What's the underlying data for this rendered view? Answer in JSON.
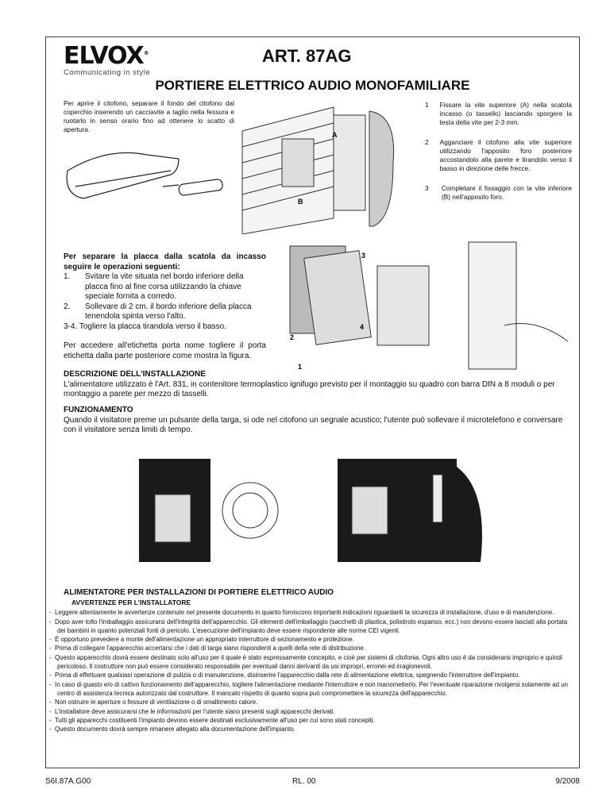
{
  "header": {
    "logo": "ELVOX",
    "logo_reg": "®",
    "tagline": "Communicating in style",
    "article": "ART. 87AG",
    "title": "PORTIERE ELETTRICO AUDIO MONOFAMILIARE"
  },
  "intro": "Per aprire il citofono, separare il fondo del citofono dal coperchio inserendo un cacciavite a taglio nella fessura e ruotarlo in senso orario fino ad ottenere lo scatto di apertura.",
  "steps": [
    {
      "n": "1",
      "text": "Fissare la vite superiore (A) nella scatola incasso (o tassello) lasciando sporgere la testa della vite per 2-3 mm."
    },
    {
      "n": "2",
      "text": "Agganciare il citofono alla vite superiore utilizzando l'apposito foro posteriore accostandolo alla parete e tirandolo verso il basso in direzione delle frecce."
    },
    {
      "n": "3",
      "text": "Completare il fissaggio con la vite inferiore (B) nell'apposito foro."
    }
  ],
  "figure1_labels": {
    "a": "A",
    "b": "B"
  },
  "figure2_labels": {
    "one": "1",
    "two": "2",
    "three": "3",
    "four": "4"
  },
  "separate": {
    "heading": "Per separare la placca dalla scatola da incasso seguire le operazioni seguenti:",
    "items": [
      {
        "n": "1.",
        "text": "Svitare la vite situata nel bordo inferiore della placca fino al fine corsa utilizzando la chiave speciale fornita a corredo."
      },
      {
        "n": "2.",
        "text": "Sollevare di 2 cm. il bordo inferiore della placca tenendola spinta verso l'alto."
      },
      {
        "n": "3-4.",
        "text": "Togliere la placca tirandola verso il basso."
      }
    ],
    "label_note": "Per accedere all'etichetta porta nome togliere il porta etichetta dalla parte posteriore come mostra la figura."
  },
  "descrizione": {
    "heading": "DESCRIZIONE DELL'INSTALLAZIONE",
    "text": "L'alimentatore utilizzato è l'Art. 831, in contenitore termoplastico ignifugo previsto per il montaggio su quadro con barra DIN a 8 moduli o per montaggio a parete per mezzo di tasselli."
  },
  "funzionamento": {
    "heading": "FUNZIONAMENTO",
    "text": "Quando il visitatore preme un pulsante della targa, si ode nel citofono un segnale acustico; l'utente può sollevare il microtelefono e conversare con il visitatore senza limiti di tempo."
  },
  "alimentatore": {
    "heading": "ALIMENTATORE PER INSTALLAZIONI DI PORTIERE ELETTRICO AUDIO",
    "subheading": "AVVERTENZE PER L'INSTALLATORE",
    "warnings": [
      "Leggere attentamente le avvertenze contenute nel presente documento in quanto forniscono importanti indicazioni riguardanti la sicurezza di installazione, d'uso e di manutenzione.",
      "Dopo aver tolto l'imballaggio assicurarsi dell'integrità dell'apparecchio. Gli elementi dell'imballaggio (sacchetti di plastica, polistirolo espanso, ecc.) non devono essere lasciati alla portata dei bambini in quanto potenziali fonti di pericolo. L'esecuzione dell'impianto deve essere rispondente alle norme CEI vigenti.",
      "È opportuno prevedere a monte dell'alimentazione un appropriato interruttore di sezionamento e protezione.",
      "Prima di collegare l'apparecchio accertarsi che i dati di targa siano rispondenti a quelli della rete di distribuzione.",
      "Questo apparecchio dovrà essere destinato solo all'uso per il quale è stato espressamente concepito, e cioè per sistemi di citofonia. Ogni altro uso è da considerarsi improprio e quindi pericoloso. Il costruttore non può essere considerato responsabile per eventuali danni derivanti da usi impropri, erronei ed irragionevoli.",
      "Prima di effettuare qualsiasi operazione di pulizia o di manutenzione, disinserire l'apparecchio dalla rete di alimentazione elettrica, spegnendo l'interruttore dell'impianto.",
      "In caso di guasto e/o di cattivo funzionamento dell'apparecchio, togliere l'alimentazione mediante l'interruttore e non manometterlo. Per l'eventuale riparazione rivolgersi solamente ad un centro di assistenza tecnica autorizzato dal costruttore. Il mancato rispetto di quanto sopra può compromettere la sicurezza dell'apparecchio.",
      "Non ostruire le aperture o fessure di ventilazione o di smaltimento calore.",
      "L'installatore deve assicurarsi che le informazioni per l'utente siano presenti sugli apparecchi derivati.",
      "Tutti gli apparecchi costituenti l'impianto devono essere destinati esclusivamente all'uso per cui sono stati concepiti.",
      "Questo documento dovrà sempre rimanere allegato alla documentazione dell'impianto."
    ]
  },
  "footer": {
    "code": "S6I.87A.G00",
    "revision": "RL. 00",
    "date": "9/2008"
  }
}
